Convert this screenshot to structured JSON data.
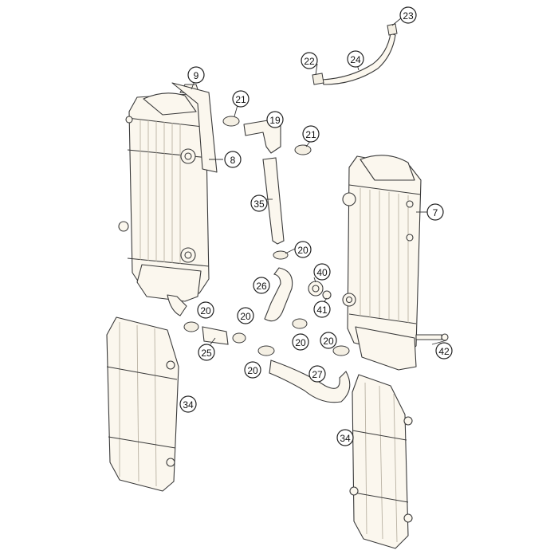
{
  "callouts": [
    {
      "id": "c23",
      "label": "23"
    },
    {
      "id": "c22",
      "label": "22"
    },
    {
      "id": "c24",
      "label": "24"
    },
    {
      "id": "c9",
      "label": "9"
    },
    {
      "id": "c21a",
      "label": "21"
    },
    {
      "id": "c19",
      "label": "19"
    },
    {
      "id": "c21b",
      "label": "21"
    },
    {
      "id": "c8",
      "label": "8"
    },
    {
      "id": "c7",
      "label": "7"
    },
    {
      "id": "c35",
      "label": "35"
    },
    {
      "id": "c20a",
      "label": "20"
    },
    {
      "id": "c40",
      "label": "40"
    },
    {
      "id": "c26",
      "label": "26"
    },
    {
      "id": "c41",
      "label": "41"
    },
    {
      "id": "c20b",
      "label": "20"
    },
    {
      "id": "c20c",
      "label": "20"
    },
    {
      "id": "c25",
      "label": "25"
    },
    {
      "id": "c20d",
      "label": "20"
    },
    {
      "id": "c20e",
      "label": "20"
    },
    {
      "id": "c42",
      "label": "42"
    },
    {
      "id": "c20f",
      "label": "20"
    },
    {
      "id": "c27",
      "label": "27"
    },
    {
      "id": "c34a",
      "label": "34"
    },
    {
      "id": "c34b",
      "label": "34"
    }
  ]
}
